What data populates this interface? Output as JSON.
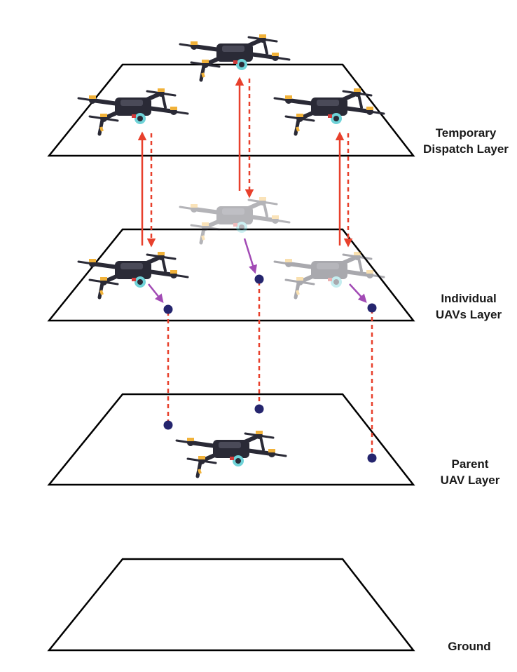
{
  "layers": [
    {
      "id": "temporary",
      "label_lines": [
        "Temporary",
        "Dispatch Layer"
      ]
    },
    {
      "id": "individual",
      "label_lines": [
        "Individual",
        "UAVs Layer"
      ]
    },
    {
      "id": "parent",
      "label_lines": [
        "Parent",
        "UAV Layer"
      ]
    },
    {
      "id": "ground",
      "label_lines": [
        "Ground"
      ]
    }
  ],
  "colors": {
    "plane_stroke": "#000000",
    "dispatch_arrow": "#e8402c",
    "projection_line": "#e8402c",
    "link_arrow": "#a24bb5",
    "node_fill": "#25256e",
    "drone_body": "#2a2a36",
    "drone_accent": "#f1b23a",
    "drone_camera": "#6fd3d8",
    "drone_red": "#d23c3c"
  },
  "icons": {
    "drone": "quadcopter-drone-icon",
    "node": "position-node-icon"
  }
}
